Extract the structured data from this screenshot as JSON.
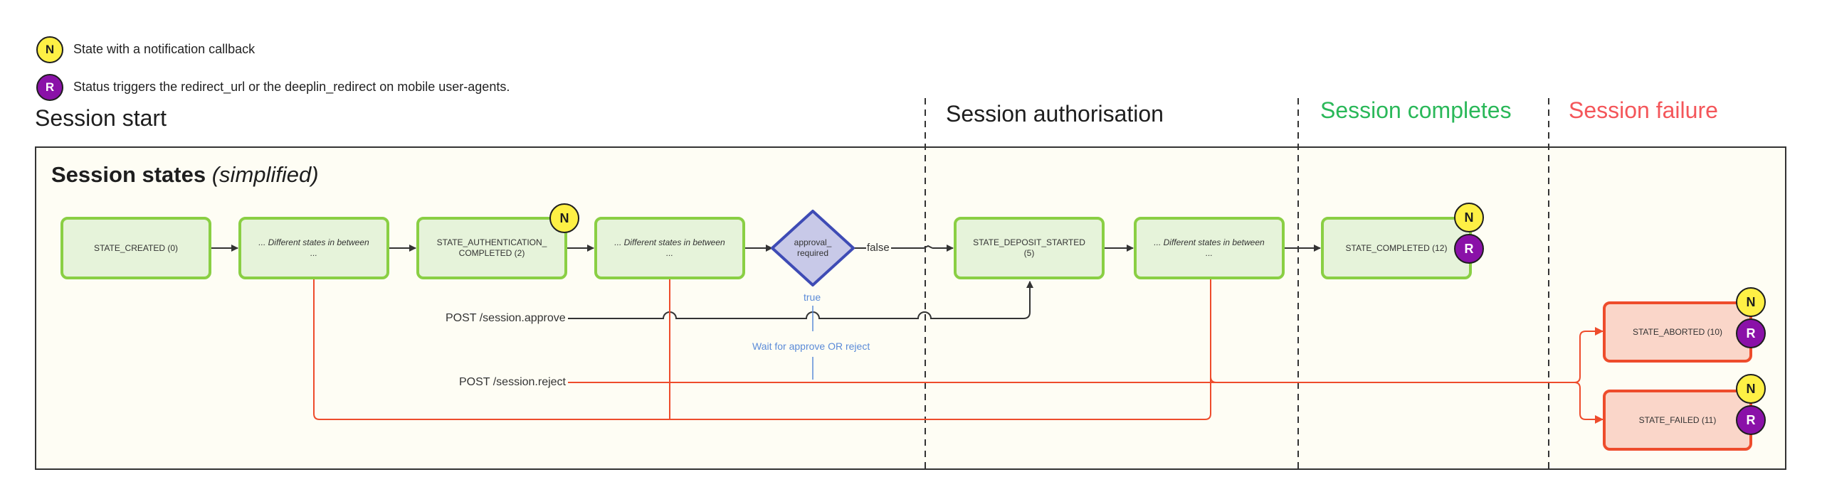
{
  "legend": {
    "notification": {
      "badge": "N",
      "text": "State with a notification callback"
    },
    "redirect": {
      "badge": "R",
      "text": "Status triggers the redirect_url or the deeplin_redirect on mobile user-agents."
    }
  },
  "phases": {
    "start": "Session start",
    "authorisation": "Session authorisation",
    "completes": "Session completes",
    "failure": "Session failure"
  },
  "panel": {
    "title": "Session states",
    "subtitle": "(simplified)"
  },
  "states": {
    "created": "STATE_CREATED (0)",
    "between_1": "... Different states in between ...",
    "auth_completed": "STATE_AUTHENTICATION_ COMPLETED (2)",
    "between_2": "... Different states in between ...",
    "deposit_started": "STATE_DEPOSIT_STARTED (5)",
    "between_3": "... Different states in between ...",
    "completed": "STATE_COMPLETED (12)",
    "aborted": "STATE_ABORTED (10)",
    "failed": "STATE_FAILED (11)"
  },
  "decision": {
    "label": "approval_ required",
    "false_label": "false",
    "true_label": "true"
  },
  "flows": {
    "approve": "POST /session.approve",
    "reject": "POST /session.reject",
    "wait": "Wait for approve OR reject"
  },
  "badges": {
    "n": "N",
    "r": "R"
  },
  "colors": {
    "green_border": "#8acf44",
    "green_fill": "#e6f3da",
    "red_border": "#ee4c2c",
    "red_fill": "#fad6c9",
    "badge_n": "#fef045",
    "badge_r": "#8a11a8",
    "diamond_fill": "#c8c9e8",
    "diamond_border": "#3e4bb5",
    "completes_text": "#2ab859",
    "failure_text": "#f4565a",
    "blue_text": "#5b8bd8"
  }
}
